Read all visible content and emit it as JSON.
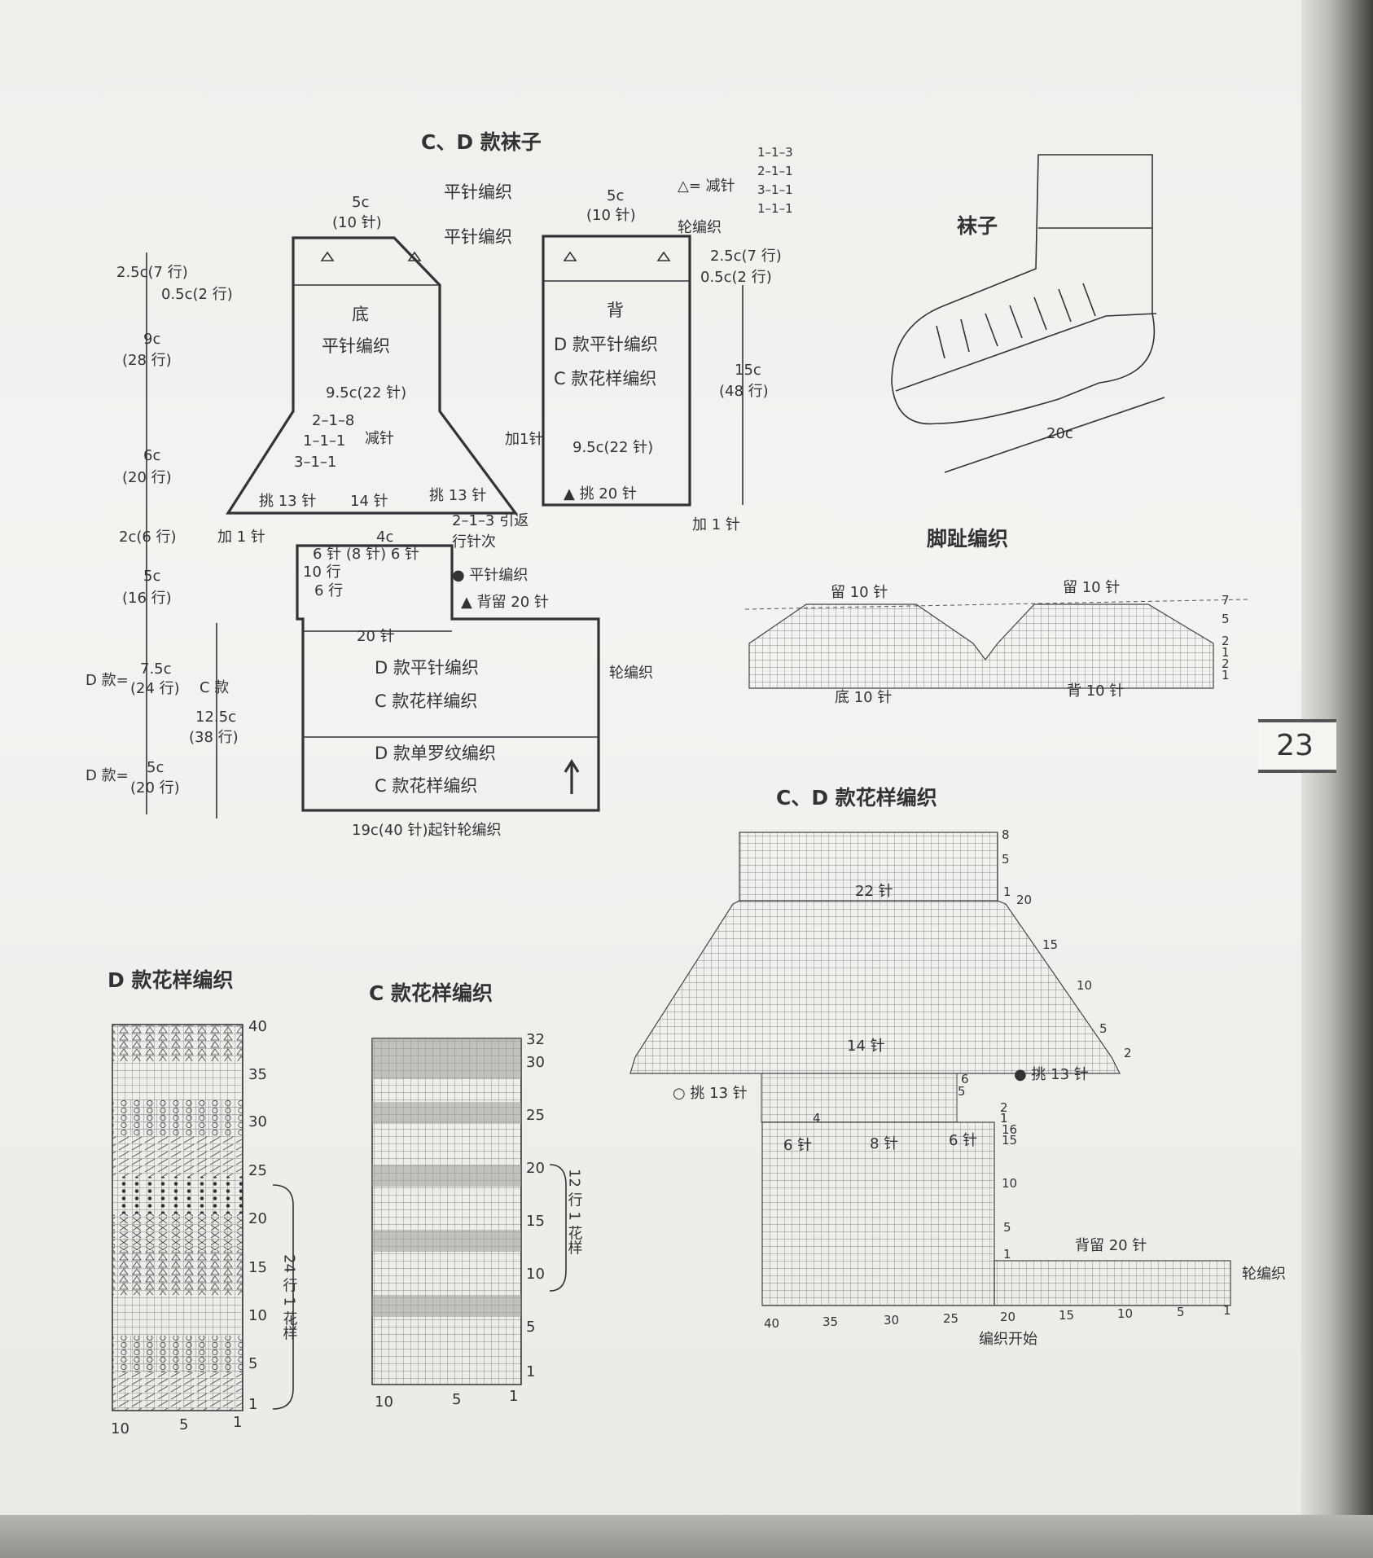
{
  "main_chart": {
    "title": "C、D 款袜子",
    "sole": {
      "label": "底",
      "stitch": "平针编织",
      "width": "9.5c(22 针)",
      "dec_rules": [
        "2–1–8",
        "1–1–1",
        "3–1–1"
      ],
      "dec_label": "减针",
      "pick_left": "挑 13 针",
      "pick_mid": "14 针",
      "pick_right": "挑 13 针"
    },
    "back": {
      "label": "背",
      "stitch_d": "D 款平针编织",
      "stitch_c": "C 款花样编织",
      "width": "9.5c(22 针)",
      "pick": "▲ 挑 20 针",
      "inc": "加 1 针",
      "inc_vertical": "加1针"
    },
    "toe_top_left": {
      "w": "5c",
      "n": "(10 针)"
    },
    "toe_top_right": {
      "w": "5c",
      "n": "(10 针)"
    },
    "flat_knit": "平针编织",
    "round_knit": "轮编织",
    "triangle_rules": {
      "prefix": "△= 减针",
      "rows": [
        "1–1–3",
        "2–1–1",
        "3–1–1",
        "1–1–1"
      ]
    },
    "right_dims": {
      "a": "2.5c(7 行)",
      "b": "0.5c(2 行)",
      "c": "15c",
      "d": "(48 行)"
    },
    "left_dims": [
      "2.5c(7 行)",
      "0.5c(2 行)",
      "9c",
      "(28 行)",
      "6c",
      "(20 行)",
      "2c(6 行)",
      "5c",
      "(16 行)"
    ],
    "heel": {
      "w4": "4c",
      "counts": "6 针 (8 针) 6 针",
      "r10": "10 行",
      "r6": "6 行",
      "r2": "2–1–3 引返",
      "r2b": "行针次",
      "dot_label": "● 平针编织",
      "back_keep": "▲ 背留 20 针",
      "twenty": "20 针"
    },
    "leg": {
      "d1": "D 款平针编织",
      "c1": "C 款花样编织",
      "d2": "D 款单罗纹编织",
      "c2": "C 款花样编织",
      "cast": "19c(40 针)起针轮编织",
      "round": "轮编织"
    },
    "leg_dims": {
      "d_lbl": "D 款=",
      "d_v": "7.5c",
      "d_r": "(24 行)",
      "c_lbl": "C 款",
      "c_v": "12.5c",
      "c_r": "(38 行)",
      "d2_lbl": "D 款=",
      "d2_v": "5c",
      "d2_r": "(20 行)"
    }
  },
  "sock_illustration": {
    "title": "袜子",
    "length": "20c"
  },
  "toe_chart": {
    "title": "脚趾编织",
    "keep_left": "留 10 针",
    "keep_right": "留 10 针",
    "bottom_left": "底 10 针",
    "bottom_right": "背 10 针",
    "rows": [
      "7",
      "5",
      "2",
      "1",
      "2",
      "1"
    ]
  },
  "page_number": "23",
  "cd_pattern": {
    "title": "C、D 款花样编织",
    "sts22": "22 针",
    "sts14": "14 针",
    "pick_right": "● 挑 13 针",
    "pick_left": "○ 挑 13 针",
    "s6a": "6 针",
    "s8": "8 针",
    "s6b": "6 针",
    "back_keep": "背留 20 针",
    "start": "编织开始",
    "round": "轮编织",
    "x_ticks": [
      "40",
      "35",
      "30",
      "25",
      "20",
      "15",
      "10",
      "5",
      "1"
    ],
    "right_nums": [
      "8",
      "5",
      "1",
      "20",
      "15",
      "10",
      "5",
      "2",
      "6",
      "4",
      "5",
      "2",
      "1",
      "16",
      "15",
      "10",
      "5",
      "1"
    ]
  },
  "d_pattern": {
    "title": "D 款花样编织",
    "rows": [
      "40",
      "35",
      "30",
      "25",
      "20",
      "15",
      "10",
      "5",
      "1"
    ],
    "cols": [
      "10",
      "5",
      "1"
    ],
    "repeat": "24 行 1 花样"
  },
  "c_pattern": {
    "title": "C 款花样编织",
    "rows": [
      "32",
      "30",
      "25",
      "20",
      "15",
      "10",
      "5",
      "1"
    ],
    "cols": [
      "10",
      "5",
      "1"
    ],
    "repeat": "12 行 1 花样"
  }
}
